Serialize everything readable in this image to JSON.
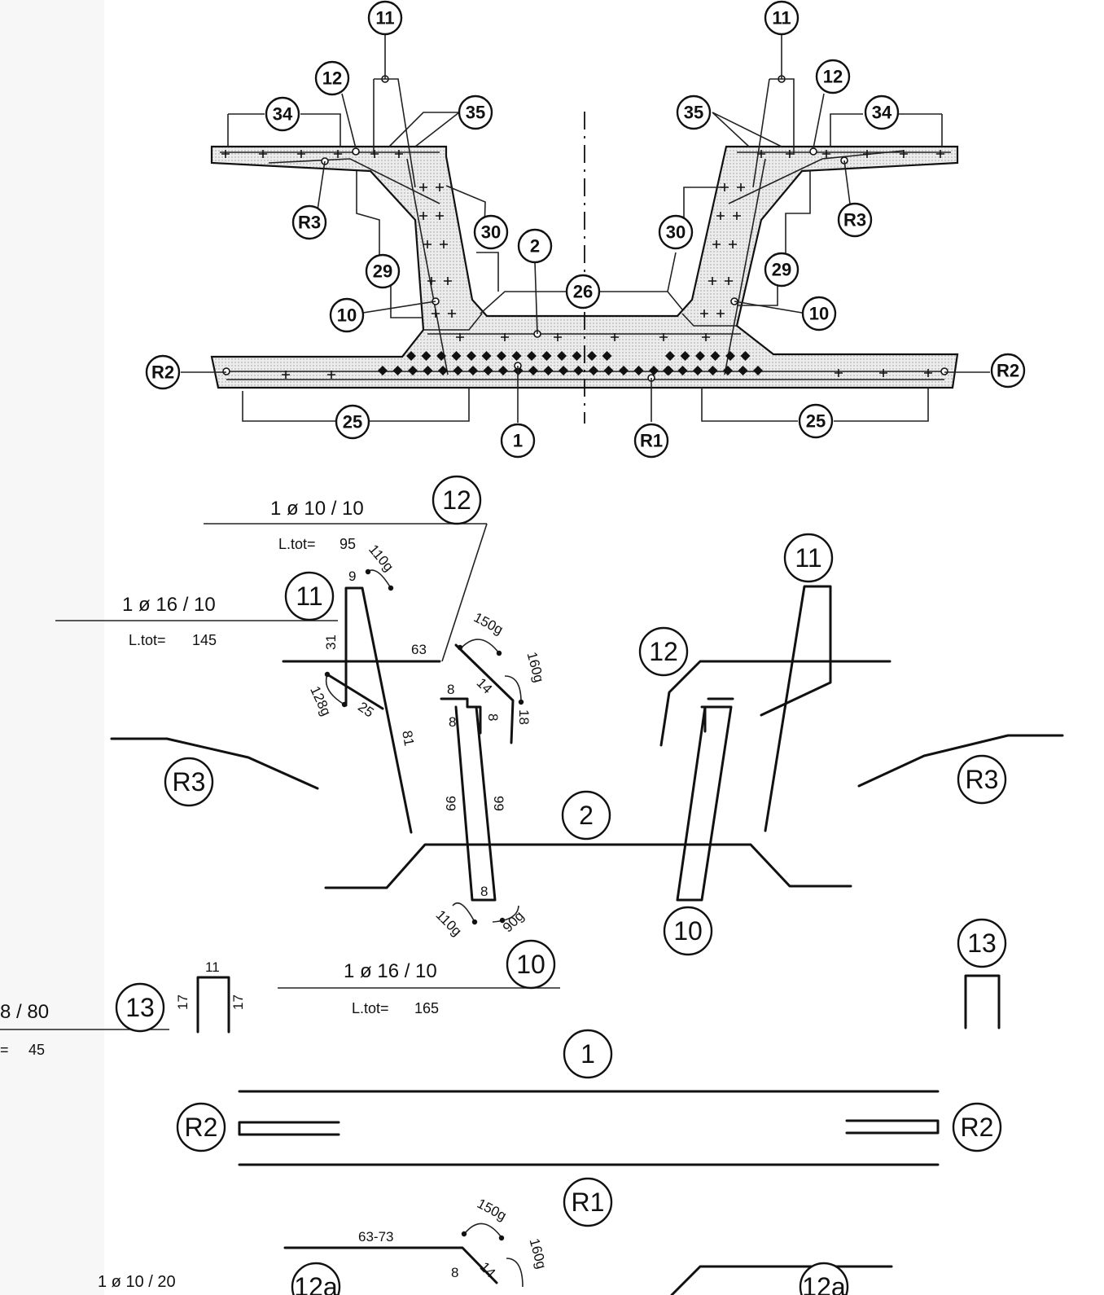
{
  "section": {
    "tags": [
      "11",
      "11",
      "12",
      "12",
      "34",
      "34",
      "35",
      "35",
      "R3",
      "R3",
      "30",
      "30",
      "2",
      "26",
      "29",
      "29",
      "10",
      "10",
      "R2",
      "R2",
      "25",
      "25",
      "1",
      "R1"
    ]
  },
  "bars": {
    "b12": {
      "tag": "12",
      "spec": "1 ø 10 / 10",
      "ltot_label": "L.tot=",
      "ltot_value": "95",
      "dims": [
        "9",
        "110g",
        "63",
        "128g",
        "25",
        "81"
      ]
    },
    "b11": {
      "tag": "11",
      "spec": "1 ø 16 / 10",
      "ltot_label": "L.tot=",
      "ltot_value": "145",
      "dims": [
        "31"
      ]
    },
    "b10": {
      "tag": "10",
      "spec": "1 ø 16 / 10",
      "ltot_label": "L.tot=",
      "ltot_value": "165",
      "dims": [
        "150g",
        "160g",
        "8",
        "14",
        "8",
        "8",
        "18",
        "99",
        "99",
        "8",
        "110g",
        "90g"
      ]
    },
    "b13": {
      "tag": "13",
      "spec": "8  / 80",
      "ltot_label": "=",
      "ltot_value": "45",
      "dims": [
        "11",
        "17",
        "17"
      ]
    },
    "b12a": {
      "tag": "12a",
      "spec": "1 ø 10 / 20",
      "dims": [
        "63-73",
        "150g",
        "160g",
        "8",
        "14"
      ]
    }
  },
  "labels": {
    "right_11": "11",
    "right_12": "12",
    "r3_left": "R3",
    "r3_right": "R3",
    "b2": "2",
    "right_10": "10",
    "right_13": "13",
    "b1": "1",
    "r2_left": "R2",
    "r2_right": "R2",
    "r1": "R1",
    "right_12a": "12a"
  }
}
